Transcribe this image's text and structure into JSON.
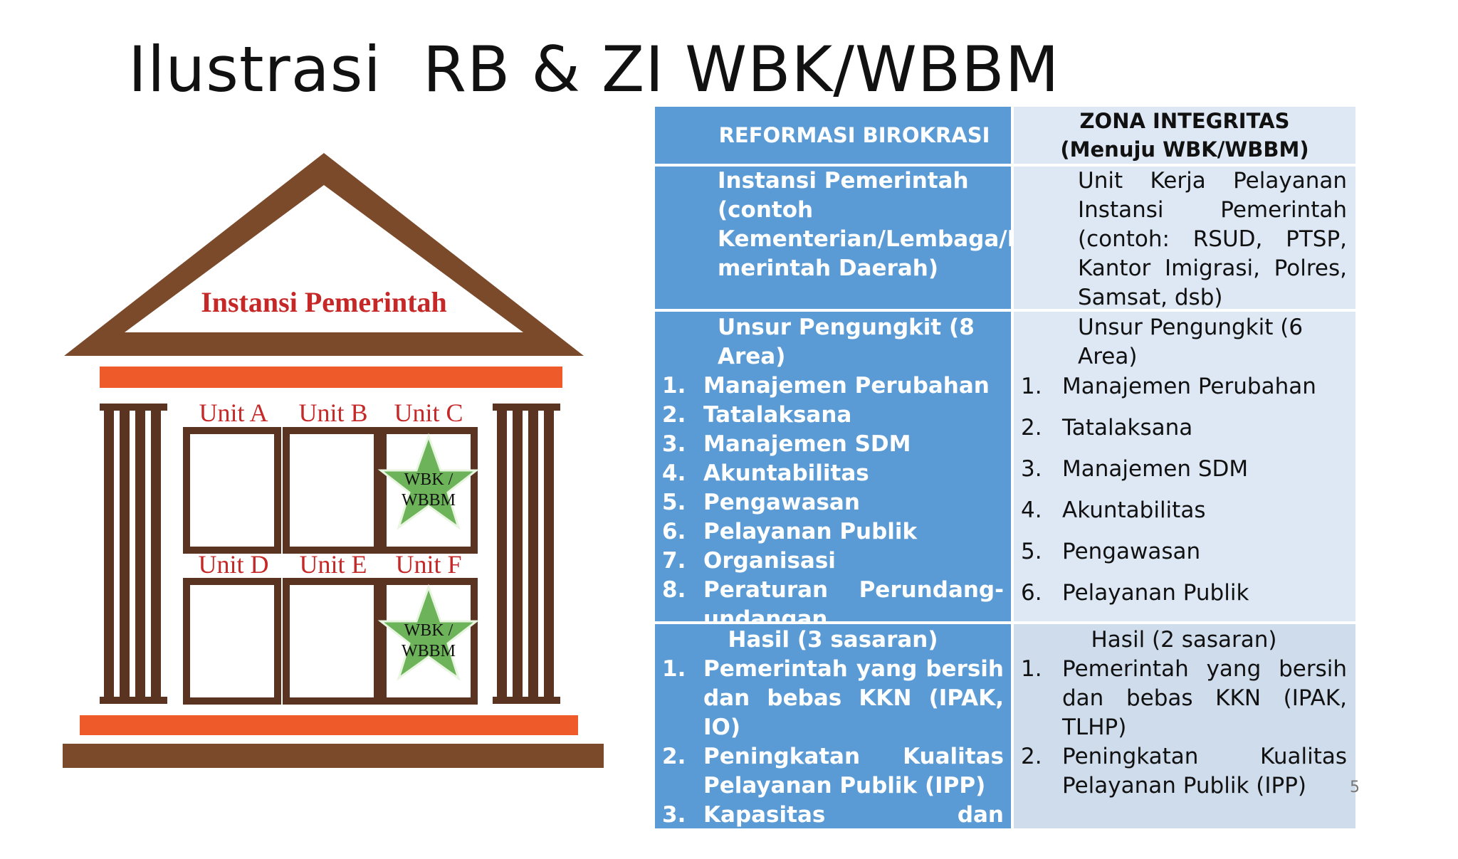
{
  "slide": {
    "title": "Ilustrasi  RB & ZI WBK/WBBM",
    "page_number": "5"
  },
  "building": {
    "roof_label": "Instansi Pemerintah",
    "units_top": [
      "Unit A",
      "Unit B",
      "Unit C"
    ],
    "units_bottom": [
      "Unit D",
      "Unit E",
      "Unit F"
    ],
    "badge_line1": "WBK /",
    "badge_line2": "WBBM",
    "colors": {
      "roof": "#7a4a2a",
      "pillar": "#5a3420",
      "beam": "#ef5a2a",
      "star": "#5fa84f",
      "unit_label": "#c62828"
    }
  },
  "table": {
    "header_left": "REFORMASI BIROKRASI",
    "header_right_line1": "ZONA INTEGRITAS",
    "header_right_line2": "(Menuju WBK/WBBM)",
    "row1_left": [
      "Instansi Pemerintah",
      "(contoh",
      "Kementerian/Lembaga/Pe",
      "merintah Daerah)"
    ],
    "row1_right": "Unit Kerja Pelayanan Instansi Pemerintah (contoh: RSUD, PTSP, Kantor Imigrasi, Polres, Samsat, dsb)",
    "row2_left_title": "Unsur Pengungkit  (8 Area)",
    "row2_left_items": [
      {
        "num": "1.",
        "text": "Manajemen Perubahan"
      },
      {
        "num": "2.",
        "text": "Tatalaksana"
      },
      {
        "num": "3.",
        "text": "Manajemen SDM"
      },
      {
        "num": "4.",
        "text": "Akuntabilitas"
      },
      {
        "num": "5.",
        "text": "Pengawasan"
      },
      {
        "num": "6.",
        "text": "Pelayanan Publik"
      },
      {
        "num": "7.",
        "text": "Organisasi"
      },
      {
        "num": "8.",
        "text": "Peraturan Perundang-undangan"
      }
    ],
    "row2_right_title": "Unsur Pengungkit  (6 Area)",
    "row2_right_items": [
      {
        "num": "1.",
        "text": "Manajemen Perubahan"
      },
      {
        "num": "2.",
        "text": "Tatalaksana"
      },
      {
        "num": "3.",
        "text": "Manajemen SDM"
      },
      {
        "num": "4.",
        "text": "Akuntabilitas"
      },
      {
        "num": "5.",
        "text": "Pengawasan"
      },
      {
        "num": "6.",
        "text": "Pelayanan Publik"
      }
    ],
    "row3_left_title": "Hasil (3 sasaran)",
    "row3_left_items": [
      {
        "num": "1.",
        "text": "Pemerintah yang bersih dan bebas KKN (IPAK, IO)"
      },
      {
        "num": "2.",
        "text": "Peningkatan Kualitas Pelayanan Publik (IPP)"
      },
      {
        "num": "3.",
        "text": "Kapasitas dan Akuntabilitas (AKIP,IJ)"
      }
    ],
    "row3_right_title": "Hasil (2 sasaran)",
    "row3_right_items": [
      {
        "num": "1.",
        "text": "Pemerintah yang bersih dan bebas KKN (IPAK, TLHP)"
      },
      {
        "num": "2.",
        "text": "Peningkatan Kualitas Pelayanan Publik (IPP)"
      }
    ],
    "colors": {
      "left_column": "#5b9bd5",
      "right_column": "#dde8f4"
    }
  }
}
